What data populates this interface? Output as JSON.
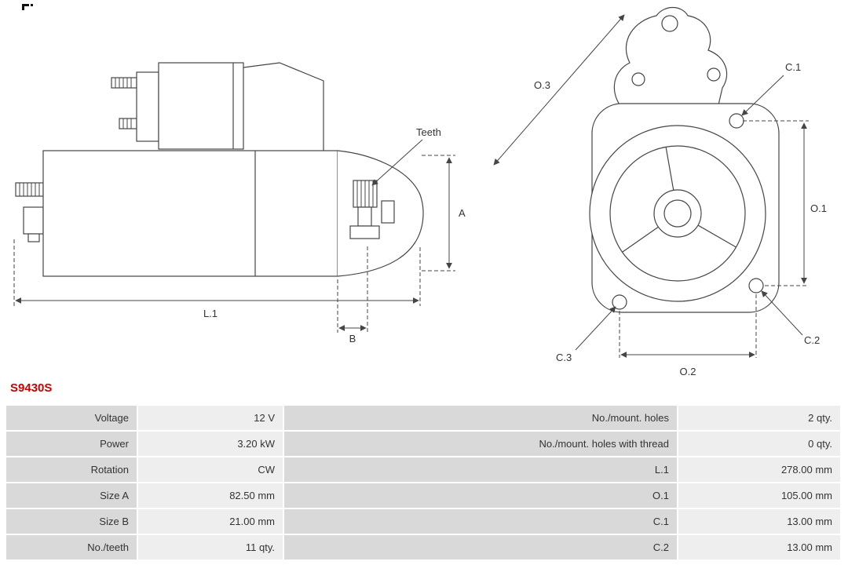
{
  "part_number": "S9430S",
  "colors": {
    "accent_red": "#cc0000",
    "label_cell_bg": "#d9d9d9",
    "value_cell_bg": "#eeeeee",
    "line": "#454545"
  },
  "drawing": {
    "side_view_labels": {
      "teeth": "Teeth",
      "a": "A",
      "l1": "L.1",
      "b": "B"
    },
    "front_view_labels": {
      "o3": "O.3",
      "c1": "C.1",
      "o1": "O.1",
      "c3": "C.3",
      "c2": "C.2",
      "o2": "O.2"
    }
  },
  "table": {
    "left_rows": [
      {
        "label": "Voltage",
        "value": "12 V"
      },
      {
        "label": "Power",
        "value": "3.20 kW"
      },
      {
        "label": "Rotation",
        "value": "CW"
      },
      {
        "label": "Size A",
        "value": "82.50 mm"
      },
      {
        "label": "Size B",
        "value": "21.00 mm"
      },
      {
        "label": "No./teeth",
        "value": "11 qty."
      }
    ],
    "right_rows": [
      {
        "label": "No./mount. holes",
        "value": "2 qty."
      },
      {
        "label": "No./mount. holes with thread",
        "value": "0 qty."
      },
      {
        "label": "L.1",
        "value": "278.00 mm"
      },
      {
        "label": "O.1",
        "value": "105.00 mm"
      },
      {
        "label": "C.1",
        "value": "13.00 mm"
      },
      {
        "label": "C.2",
        "value": "13.00 mm"
      }
    ]
  }
}
